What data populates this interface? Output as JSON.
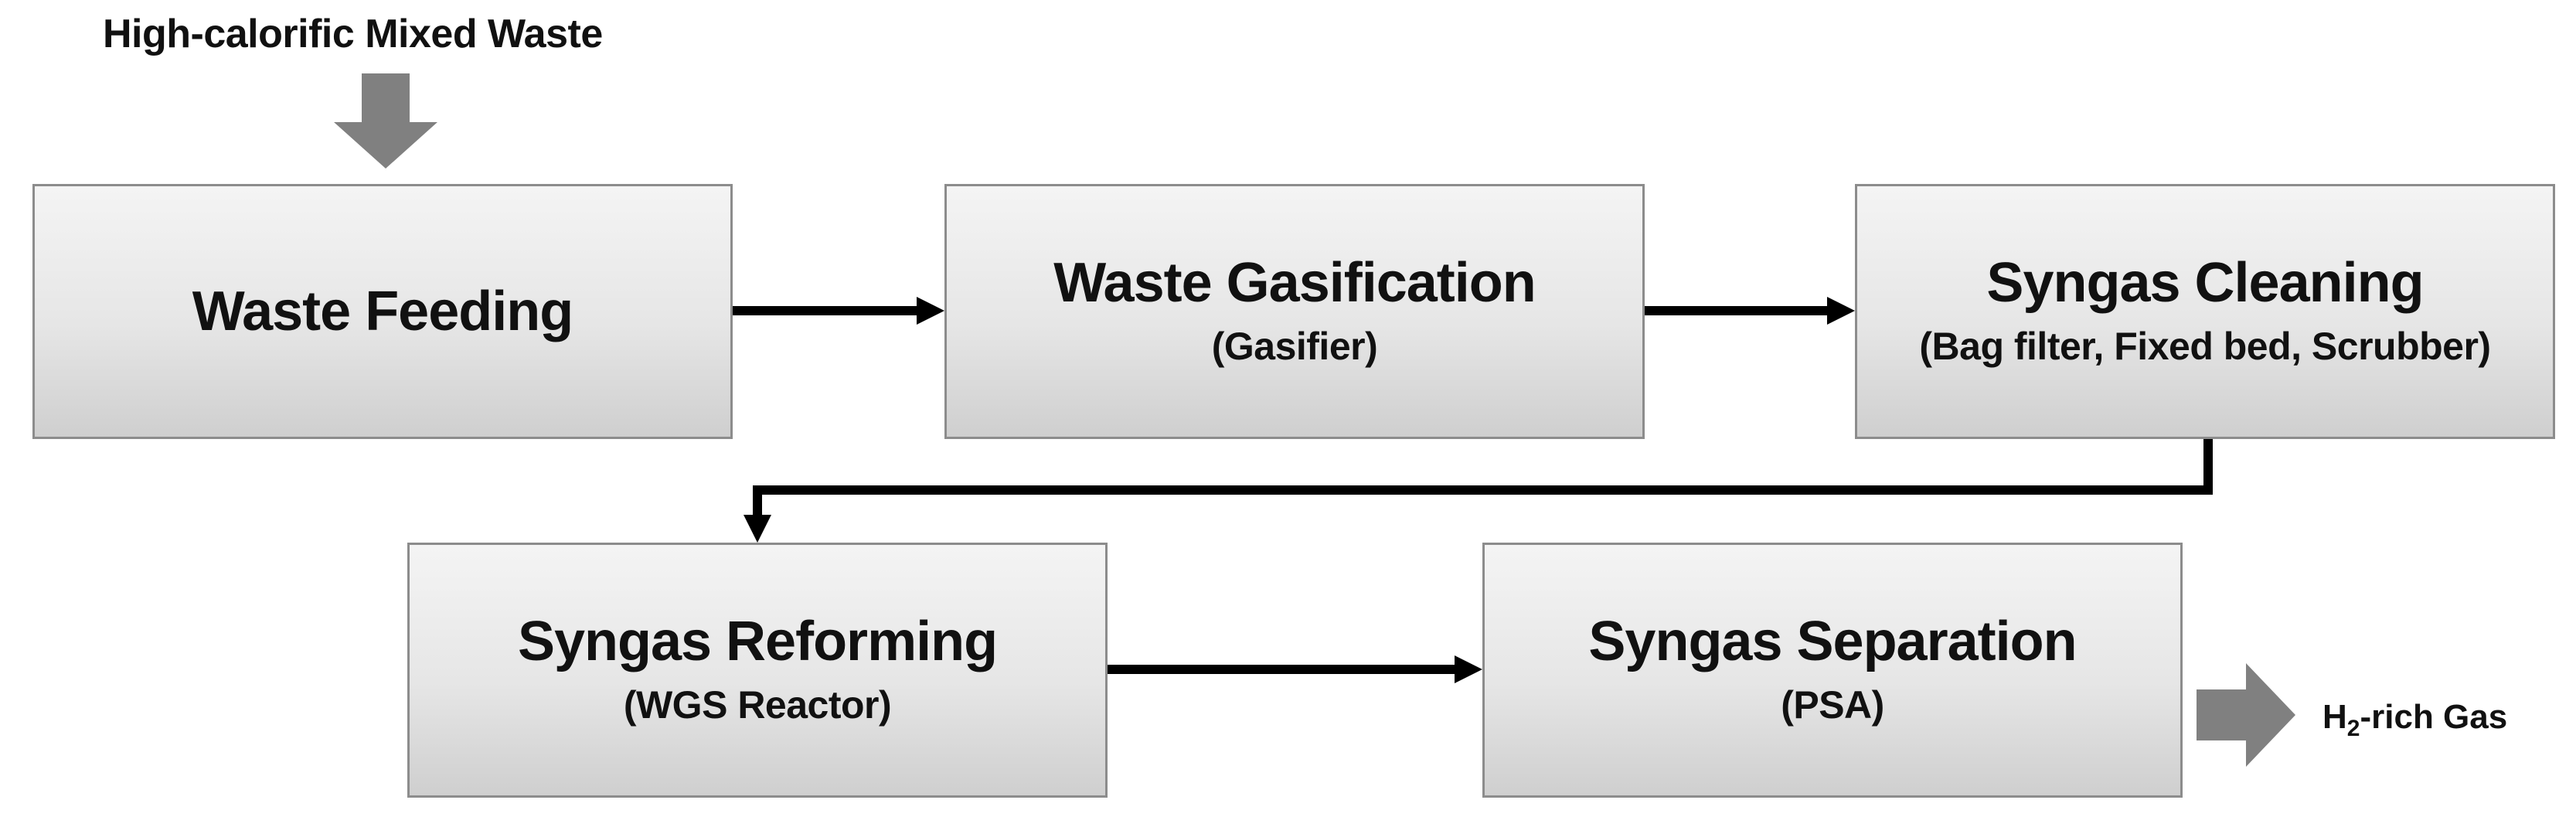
{
  "input_label": "High-calorific Mixed Waste",
  "output": {
    "prefix": "H",
    "subscript": "2",
    "suffix": "-rich Gas"
  },
  "steps": [
    {
      "title": "Waste Feeding",
      "subtitle": ""
    },
    {
      "title": "Waste Gasification",
      "subtitle": "(Gasifier)"
    },
    {
      "title": "Syngas Cleaning",
      "subtitle": "(Bag filter, Fixed bed, Scrubber)"
    },
    {
      "title": "Syngas Reforming",
      "subtitle": "(WGS Reactor)"
    },
    {
      "title": "Syngas Separation",
      "subtitle": "(PSA)"
    }
  ],
  "colors": {
    "box_border": "#8c8c8c",
    "box_fill_top": "#f4f4f4",
    "box_fill_bottom": "#cfcfcf",
    "arrow": "#000000",
    "block_arrow": "#808080"
  }
}
